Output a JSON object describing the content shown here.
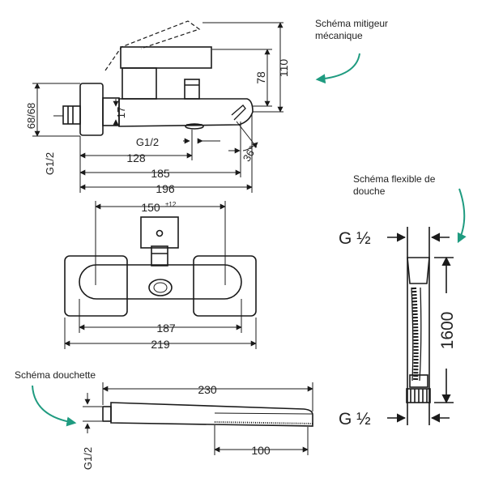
{
  "captions": {
    "mitigeur": "Schéma mitigeur mécanique",
    "flexible": "Schéma flexible de douche",
    "douchette": "Schéma douchette"
  },
  "mixer_side": {
    "height_1": "110",
    "height_2": "78",
    "left_1": "68/68",
    "left_2": "17",
    "thread_left": "G1/2",
    "thread_bottom": "G1/2",
    "angle": "36°",
    "len_1": "128",
    "len_2": "185",
    "len_3": "196"
  },
  "mixer_front": {
    "spacing": "150",
    "tolerance": "±12",
    "width_1": "187",
    "width_2": "219"
  },
  "hose": {
    "thread_top": "G ½",
    "thread_bottom": "G ½",
    "length": "1600"
  },
  "shower": {
    "length": "230",
    "head": "100",
    "thread": "G1/2"
  },
  "colors": {
    "arrow": "#1f9b80",
    "line": "#1a1a1a"
  }
}
